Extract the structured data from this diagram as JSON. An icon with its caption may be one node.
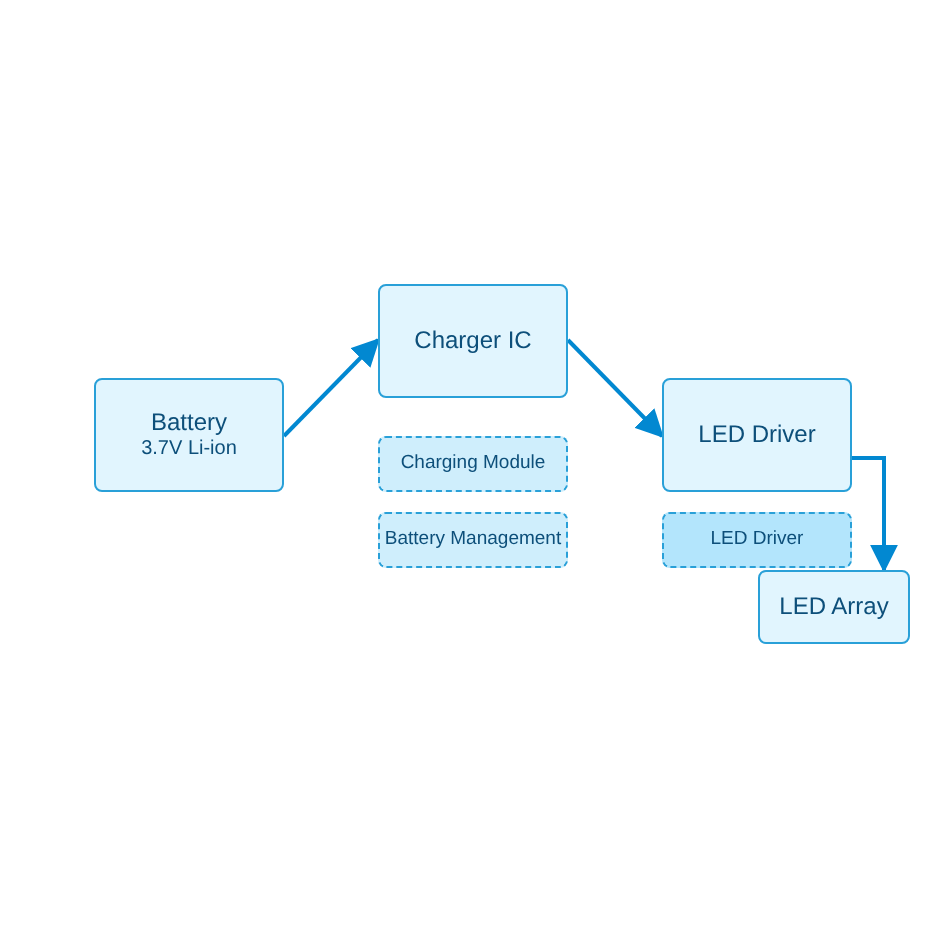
{
  "diagram": {
    "nodes": [
      {
        "text": [
          "Battery",
          "3.7V Li-ion"
        ]
      },
      {
        "text": [
          "Charger IC"
        ]
      },
      {
        "text": [
          "LED Driver"
        ]
      },
      {
        "text": [
          "Charging Module"
        ]
      },
      {
        "text": [
          "Battery Management"
        ]
      },
      {
        "text": [
          "LED Driver"
        ]
      },
      {
        "text": [
          "LED Array"
        ]
      }
    ],
    "edges": [
      {
        "from": 0,
        "to": 1,
        "arrow": "to"
      },
      {
        "from": 1,
        "to": 2,
        "arrow": "to"
      },
      {
        "from": 2,
        "to": 6,
        "arrow": "to"
      }
    ]
  }
}
